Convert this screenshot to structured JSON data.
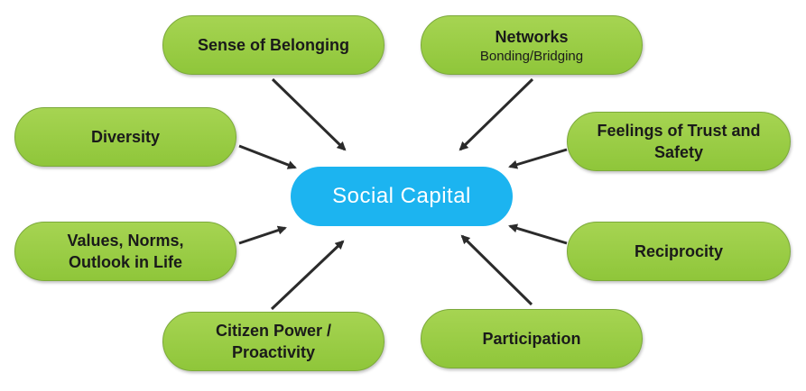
{
  "center": {
    "label": "Social Capital"
  },
  "nodes": {
    "belonging": {
      "label": "Sense of Belonging"
    },
    "networks": {
      "label": "Networks",
      "sub": "Bonding/Bridging"
    },
    "diversity": {
      "label": "Diversity"
    },
    "trust": {
      "label": "Feelings of Trust and\nSafety"
    },
    "values": {
      "label": "Values, Norms,\nOutlook in Life"
    },
    "reciprocity": {
      "label": "Reciprocity"
    },
    "citizen": {
      "label": "Citizen Power /\nProactivity"
    },
    "participation": {
      "label": "Participation"
    }
  },
  "colors": {
    "node_fill": "#96c93d",
    "node_border": "#7ba93b",
    "center_fill": "#1cb4f0",
    "arrow": "#2b2b2b"
  }
}
